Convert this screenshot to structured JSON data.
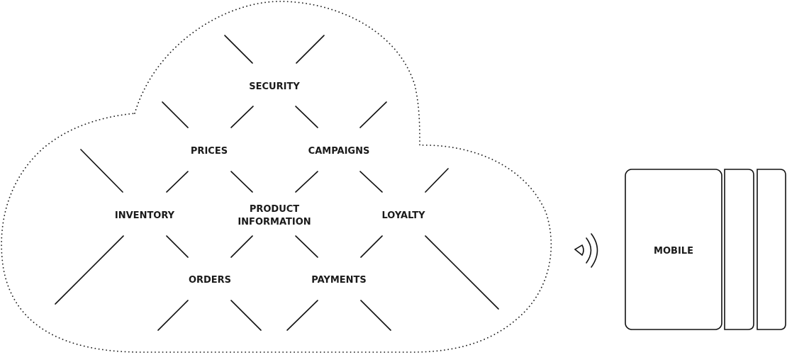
{
  "diagram": {
    "cloud_label": "cloud",
    "nodes": [
      {
        "id": "security",
        "lines": [
          "SECURITY"
        ]
      },
      {
        "id": "prices",
        "lines": [
          "PRICES"
        ]
      },
      {
        "id": "campaigns",
        "lines": [
          "CAMPAIGNS"
        ]
      },
      {
        "id": "inventory",
        "lines": [
          "INVENTORY"
        ]
      },
      {
        "id": "product-information",
        "lines": [
          "PRODUCT",
          "INFORMATION"
        ]
      },
      {
        "id": "loyalty",
        "lines": [
          "LOYALTY"
        ]
      },
      {
        "id": "orders",
        "lines": [
          "ORDERS"
        ]
      },
      {
        "id": "payments",
        "lines": [
          "PAYMENTS"
        ]
      }
    ],
    "device": {
      "label": "MOBILE",
      "icon": "wireless-signal-icon"
    }
  }
}
